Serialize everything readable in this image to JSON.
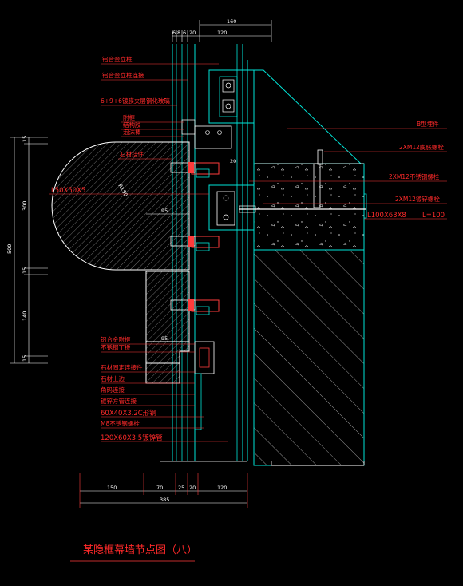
{
  "title": "某隐框幕墙节点图（八）",
  "top_dims": {
    "overall": "160",
    "segments": [
      "6",
      "8",
      "6",
      "20",
      "120"
    ]
  },
  "bottom_dims": {
    "segments": [
      "150",
      "70",
      "25",
      "20",
      "120"
    ],
    "overall": "385"
  },
  "left_dims": {
    "overall": "500",
    "segments": [
      "15",
      "300",
      "15",
      "140",
      "15"
    ]
  },
  "inner_dims": {
    "radius": "R150",
    "d95a": "95",
    "d95b": "95",
    "d20": "20"
  },
  "callouts_left": [
    "铝合金立柱",
    "铝合金立柱连接",
    "6+9+6镀膜夹层钢化玻璃",
    "附框",
    "结构胶",
    "泡沫棒",
    "石材挂件",
    "L50X50X5",
    "铝合金附框",
    "不锈钢丁板",
    "石材固定连接件",
    "石材上边",
    "角码连接",
    "镀锌方管连接",
    "60X40X3.2C形钢",
    "M8不锈钢螺栓",
    "120X60X3.5镀锌管"
  ],
  "callouts_right": [
    "B型埋件",
    "2XM12膨胀螺栓",
    "2XM12不锈钢螺栓",
    "2XM12镀锌螺栓",
    "L100X63X8",
    "L=100"
  ]
}
